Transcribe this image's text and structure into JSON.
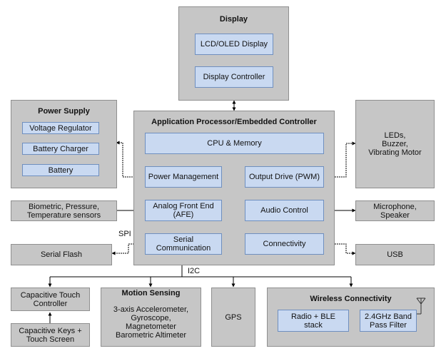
{
  "display": {
    "title": "Display",
    "lcd": "LCD/OLED Display",
    "controller": "Display Controller"
  },
  "power_supply": {
    "title": "Power Supply",
    "regulator": "Voltage Regulator",
    "charger": "Battery Charger",
    "battery": "Battery"
  },
  "processor": {
    "title": "Application Processor/Embedded Controller",
    "cpu": "CPU & Memory",
    "power_mgmt": "Power Management",
    "afe": "Analog Front End\n(AFE)",
    "serial": "Serial\nCommunication",
    "output_drive": "Output Drive (PWM)",
    "audio": "Audio Control",
    "connectivity": "Connectivity"
  },
  "leds": "LEDs,\nBuzzer,\nVibrating Motor",
  "sensors": "Biometric, Pressure,\nTemperature sensors",
  "microphone": "Microphone,\nSpeaker",
  "serial_flash": "Serial Flash",
  "usb": "USB",
  "spi_label": "SPI",
  "i2c_label": "I2C",
  "touch_controller": "Capacitive Touch\nController",
  "touch_keys": "Capacitive Keys +\nTouch Screen",
  "motion": {
    "title": "Motion Sensing",
    "body": "3-axis Accelerometer,\nGyroscope,\nMagnetometer\nBarometric Altimeter"
  },
  "gps": "GPS",
  "wireless": {
    "title": "Wireless Connectivity",
    "radio": "Radio + BLE\nstack",
    "filter": "2.4GHz Band\nPass Filter"
  },
  "colors": {
    "gray_block": "#c6c6c6",
    "blue_block": "#c9d9f1",
    "connector": "#000000"
  }
}
